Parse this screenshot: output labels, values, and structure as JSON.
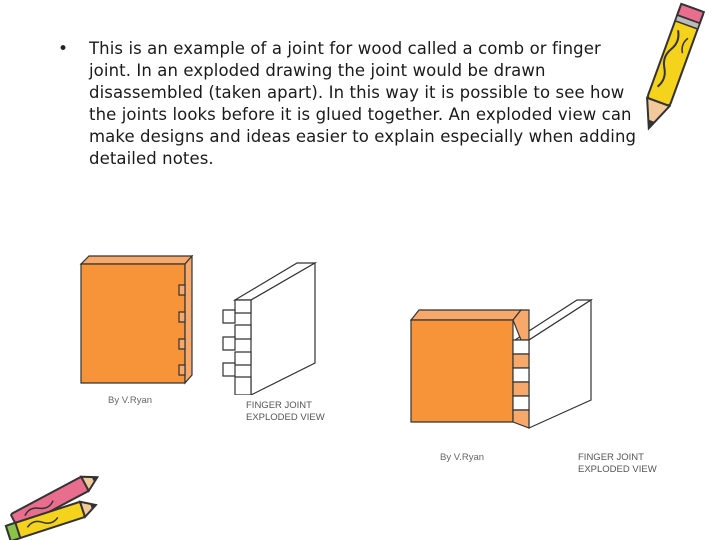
{
  "slide": {
    "bullet_symbol": "•",
    "bullet_text": "This is an example of a joint for wood called a comb or finger joint. In an exploded drawing the joint would be drawn disassembled (taken apart). In this way it is possible to see how the joints looks before it is glued together. An exploded view can make designs and ideas easier to explain especially when adding detailed notes."
  },
  "figure_left": {
    "caption_line1": "FINGER JOINT",
    "caption_line2": "EXPLODED VIEW",
    "byline": "By V.Ryan"
  },
  "figure_right": {
    "caption_line1": "FINGER JOINT",
    "caption_line2": "EXPLODED VIEW",
    "byline": "By V.Ryan"
  },
  "colors": {
    "wood_face": "#f7943a",
    "wood_top": "#f6a96a",
    "outline": "#333333",
    "pencil_yellow": "#f5d21c",
    "pencil_pink": "#e96d8f"
  },
  "icons": [
    "pencil-clipart-icon",
    "pencils-clipart-icon"
  ]
}
